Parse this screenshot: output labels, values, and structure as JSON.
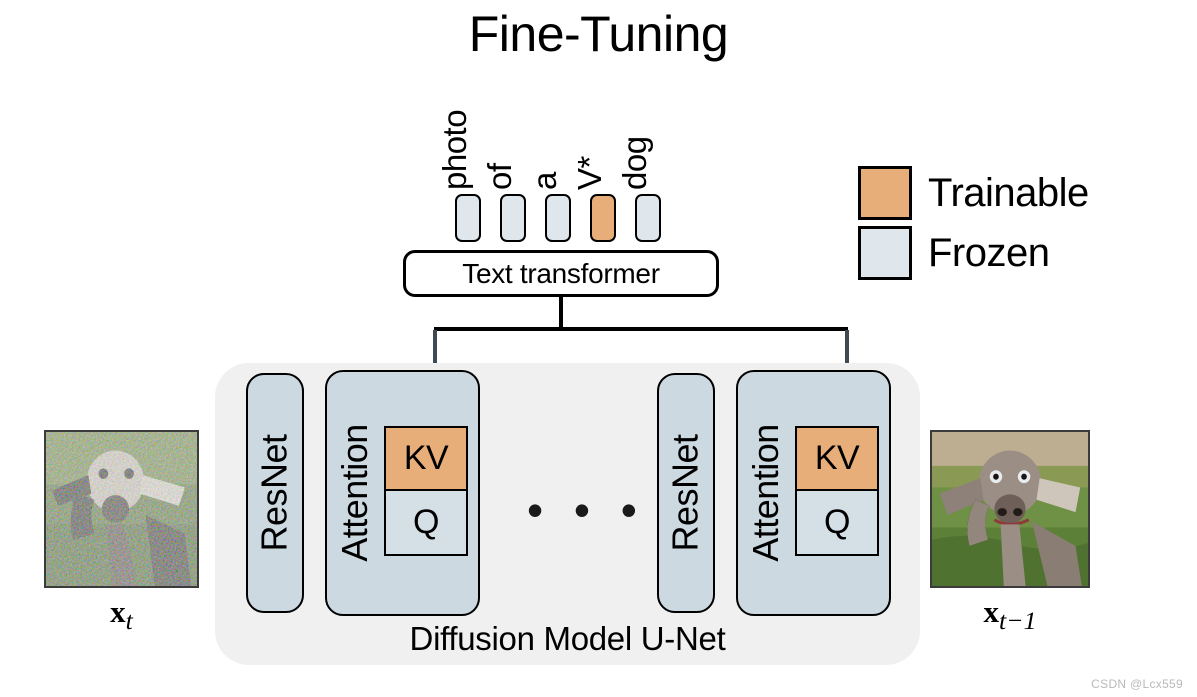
{
  "figure": {
    "title": "Fine-Tuning",
    "watermark": "CSDN @Lcx559"
  },
  "prompt": {
    "tokens": [
      {
        "text": "photo",
        "state": "frozen"
      },
      {
        "text": "of",
        "state": "frozen"
      },
      {
        "text": "a",
        "state": "frozen"
      },
      {
        "text": "V*",
        "state": "trainable"
      },
      {
        "text": "dog",
        "state": "frozen"
      }
    ]
  },
  "text_encoder": {
    "label": "Text transformer"
  },
  "legend": {
    "items": [
      {
        "label": "Trainable",
        "color": "#e8ae79"
      },
      {
        "label": "Frozen",
        "color": "#dfe7ed"
      }
    ]
  },
  "unet": {
    "caption": "Diffusion Model U-Net",
    "ellipsis": "• • •",
    "stages": [
      {
        "resnet_label": "ResNet",
        "attention_label": "Attention",
        "kv_label": "KV",
        "q_label": "Q"
      },
      {
        "resnet_label": "ResNet",
        "attention_label": "Attention",
        "kv_label": "KV",
        "q_label": "Q"
      }
    ]
  },
  "images": {
    "input": {
      "caption_base": "x",
      "caption_sub": "t",
      "alt": "noisy-dog-photo"
    },
    "output": {
      "caption_base": "x",
      "caption_sub": "t−1",
      "alt": "denoised-dog-photo"
    }
  },
  "colors": {
    "trainable": "#e8ae79",
    "frozen": "#dfe7ed",
    "block": "#ccd9e1",
    "panel": "#f0f0f0",
    "stroke": "#000000",
    "arrow": "#3f4a52"
  }
}
